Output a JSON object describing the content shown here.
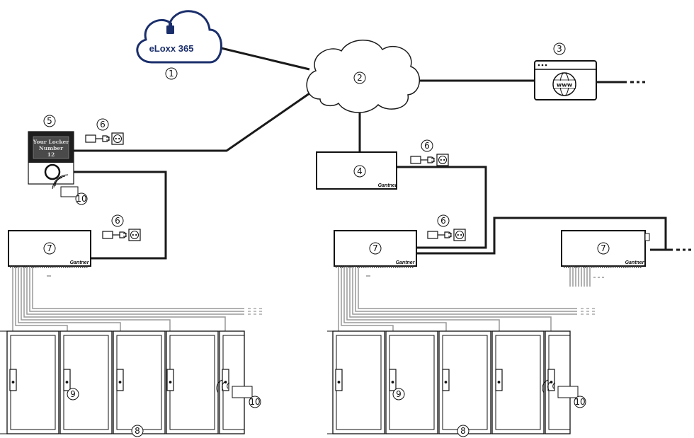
{
  "cloud": {
    "name": "eLoxx 365"
  },
  "numbers": {
    "n1": "1",
    "n2": "2",
    "n3": "3",
    "n4": "4",
    "n5": "5",
    "n6": "6",
    "n7": "7",
    "n8": "8",
    "n9": "9",
    "n10": "10"
  },
  "terminal": {
    "line1": "Your Locker",
    "line2": "Number",
    "line3": "12"
  },
  "web": {
    "text": "www"
  },
  "brand": "Gantner",
  "colors": {
    "cloud_blue": "#1a2e6b",
    "line": "#1a1a1a",
    "wire": "#999999"
  }
}
